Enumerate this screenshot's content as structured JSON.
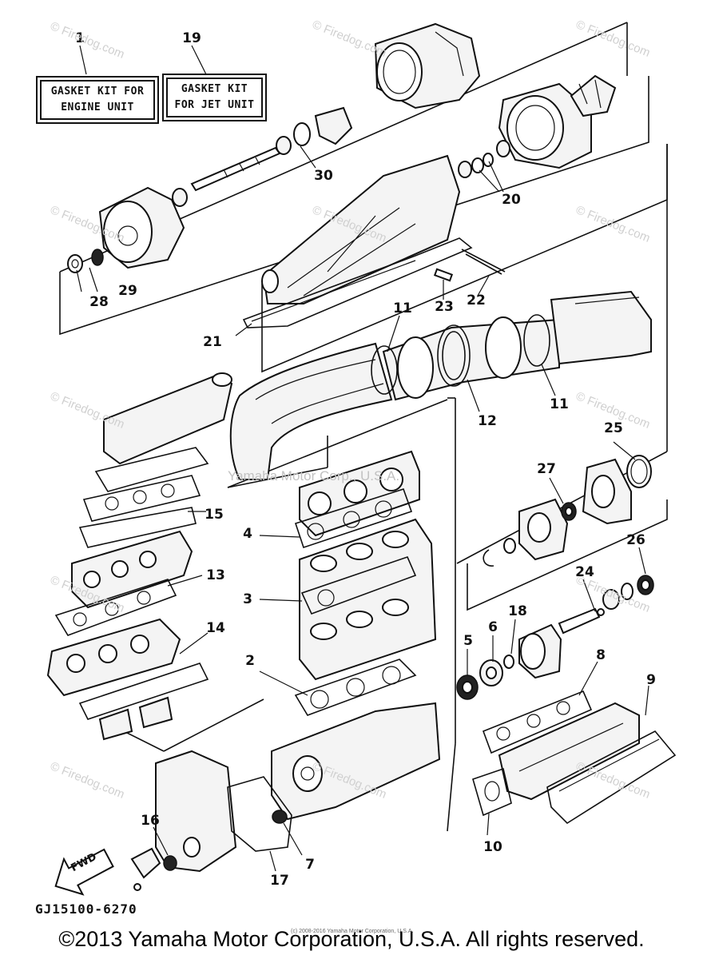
{
  "kits": {
    "engine": {
      "number": "1",
      "line1": "GASKET KIT FOR",
      "line2": "ENGINE UNIT"
    },
    "jet": {
      "number": "19",
      "line1": "GASKET KIT",
      "line2": "FOR JET UNIT"
    }
  },
  "callouts": {
    "c2": "2",
    "c3": "3",
    "c4": "4",
    "c5": "5",
    "c6": "6",
    "c7": "7",
    "c8": "8",
    "c9": "9",
    "c10": "10",
    "c11a": "11",
    "c11b": "11",
    "c12": "12",
    "c13": "13",
    "c14": "14",
    "c15": "15",
    "c16": "16",
    "c17": "17",
    "c18": "18",
    "c20": "20",
    "c21": "21",
    "c22": "22",
    "c23": "23",
    "c24": "24",
    "c25": "25",
    "c26": "26",
    "c27": "27",
    "c28": "28",
    "c29": "29",
    "c30": "30"
  },
  "arrow_label": "FWD",
  "part_code": "GJ15100-6270",
  "center_watermark": "Yamaha Motor Corp., U.S.A.",
  "watermark_text": "© Firedog.com",
  "small_copyright": "(c) 2008-2016 Yamaha Motor Corporation, U.S.A.",
  "footer": "©2013 Yamaha Motor Corporation, U.S.A. All rights reserved."
}
